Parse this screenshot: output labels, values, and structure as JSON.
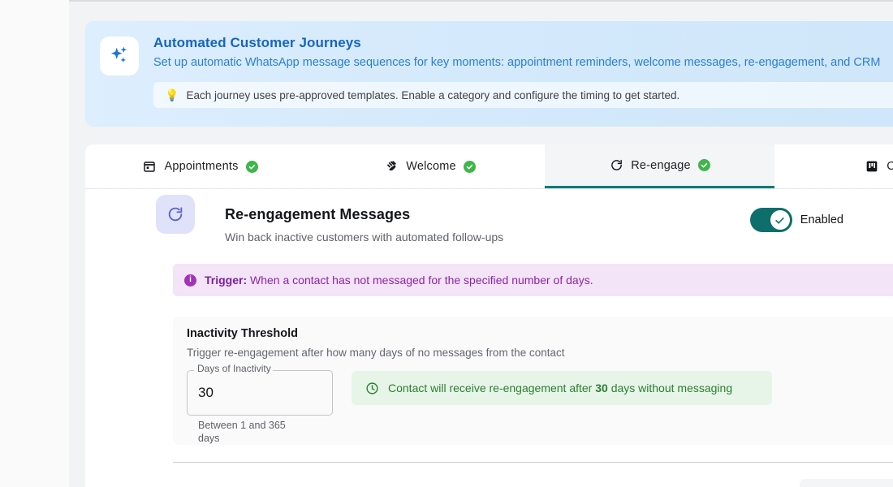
{
  "hero": {
    "icon": "sparkles-icon",
    "title": "Automated Customer Journeys",
    "subtitle": "Set up automatic WhatsApp message sequences for key moments: appointment reminders, welcome messages, re-engagement, and CRM",
    "tip_icon": "lightbulb-icon",
    "tip": "Each journey uses pre-approved templates. Enable a category and configure the timing to get started."
  },
  "tabs": [
    {
      "label": "Appointments",
      "icon": "calendar-icon",
      "status": "enabled-check",
      "active": false
    },
    {
      "label": "Welcome",
      "icon": "wave-hand-icon",
      "status": "enabled-check",
      "active": false
    },
    {
      "label": "Re-engage",
      "icon": "refresh-icon",
      "status": "enabled-check",
      "active": true
    },
    {
      "label": "CRM",
      "icon": "kanban-board-icon",
      "status": "",
      "active": false
    }
  ],
  "section": {
    "icon": "refresh-icon",
    "title": "Re-engagement Messages",
    "subtitle": "Win back inactive customers with automated follow-ups",
    "toggle_label": "Enabled",
    "toggle_on": true
  },
  "trigger": {
    "icon": "info-icon",
    "label": "Trigger:",
    "text": "When a contact has not messaged for the specified number of days."
  },
  "inactivity": {
    "title": "Inactivity Threshold",
    "description": "Trigger re-engagement after how many days of no messages from the contact",
    "field_label": "Days of Inactivity",
    "field_value": "30",
    "field_placeholder": "",
    "helper_text": "Between 1 and 365 days",
    "success_icon": "clock-icon",
    "success_prefix": "Contact will receive re-engagement after",
    "success_days": "30",
    "success_suffix": "days without messaging"
  },
  "colors": {
    "brand_teal": "#0d6f6b",
    "hero_blue": "#1565c0",
    "purple": "#8e24aa",
    "green": "#2e7d32",
    "check_green": "#3fb54c"
  }
}
